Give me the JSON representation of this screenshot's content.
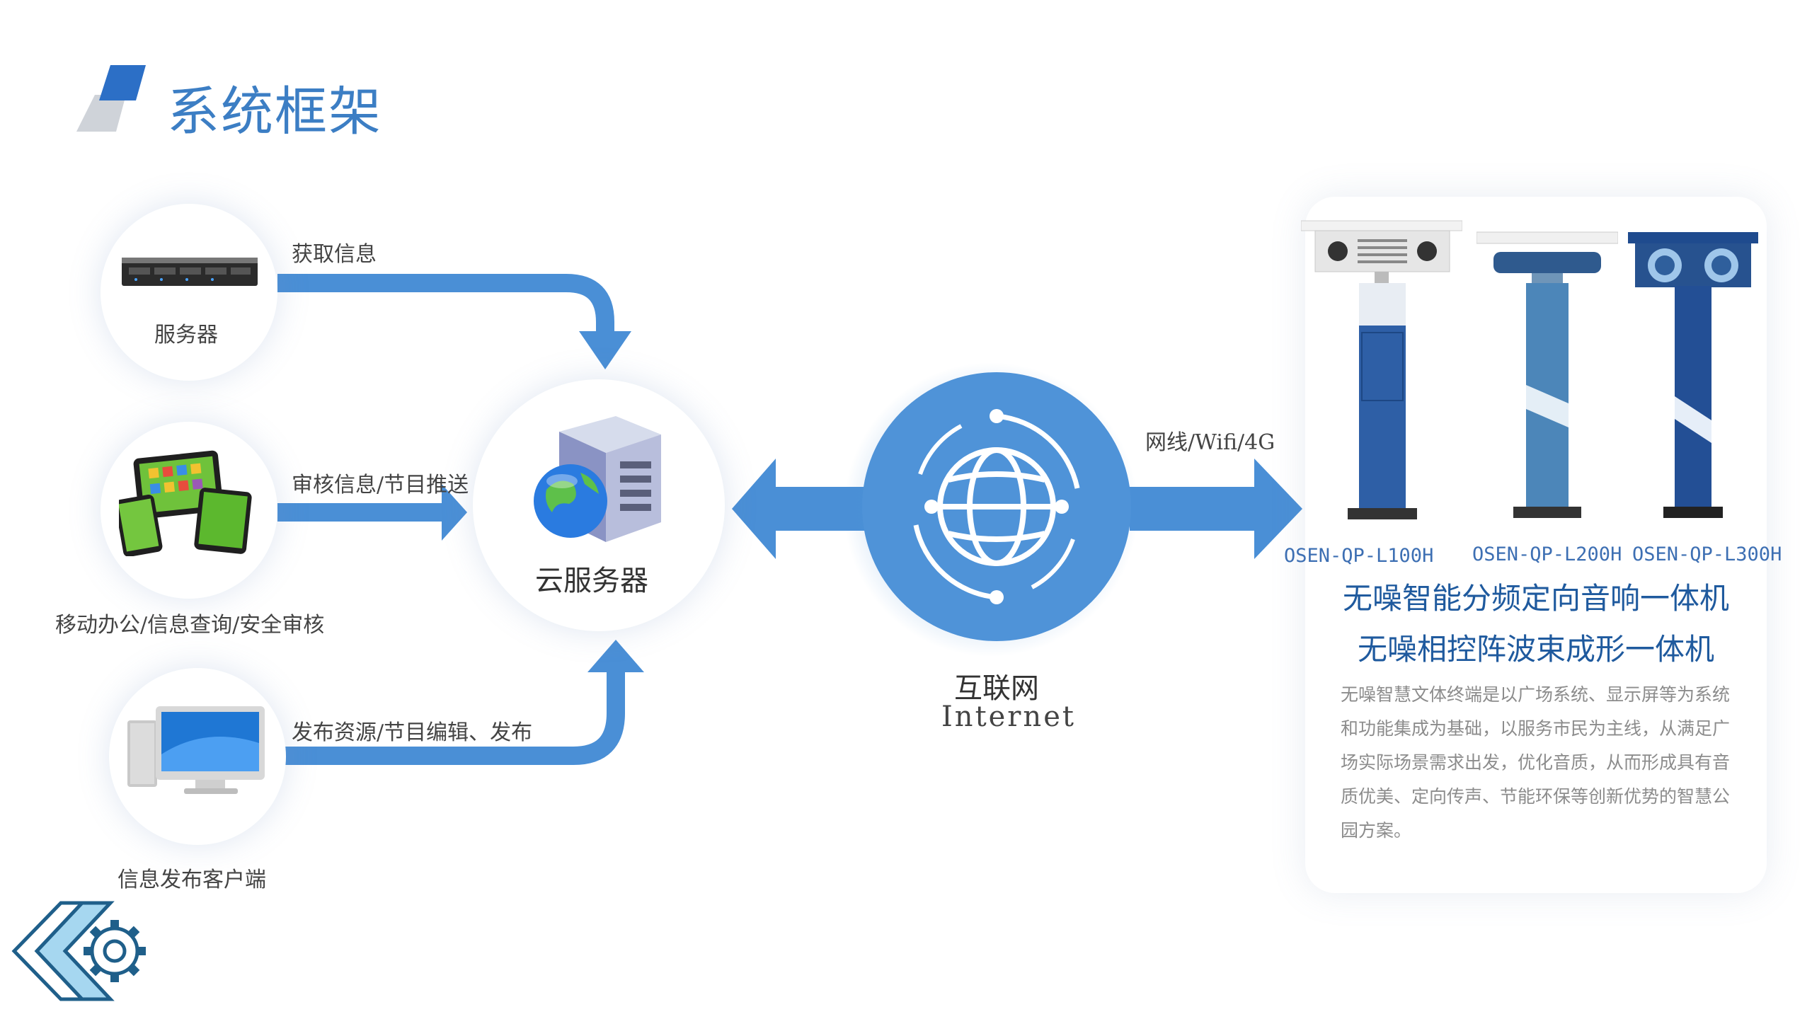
{
  "page_title": "系统框架",
  "nodes": {
    "server": {
      "label": "服务器",
      "edge_label": "获取信息"
    },
    "mobile": {
      "label": "移动办公/信息查询/安全审核",
      "edge_label": "审核信息/节目推送"
    },
    "client": {
      "label": "信息发布客户端",
      "edge_label": "发布资源/节目编辑、发布"
    },
    "cloud": {
      "label": "云服务器"
    },
    "internet": {
      "label_cn": "互联网",
      "label_en": "Internet",
      "edge_label": "网线/Wifi/4G"
    }
  },
  "products": {
    "models": [
      "OSEN-QP-L100H",
      "OSEN-QP-L200H",
      "OSEN-QP-L300H"
    ],
    "title_1": "无噪智能分频定向音响一体机",
    "title_2": "无噪相控阵波束成形一体机",
    "description": "无噪智慧文体终端是以广场系统、显示屏等为系统和功能集成为基础，以服务市民为主线，从满足广场实际场景需求出发，优化音质，从而形成具有音质优美、定向传声、节能环保等创新优势的智慧公园方案。"
  },
  "colors": {
    "accent": "#3c7ec4",
    "arrow": "#4a8fd6",
    "globe": "#4f93d8",
    "pillar": "#2c5da8"
  }
}
